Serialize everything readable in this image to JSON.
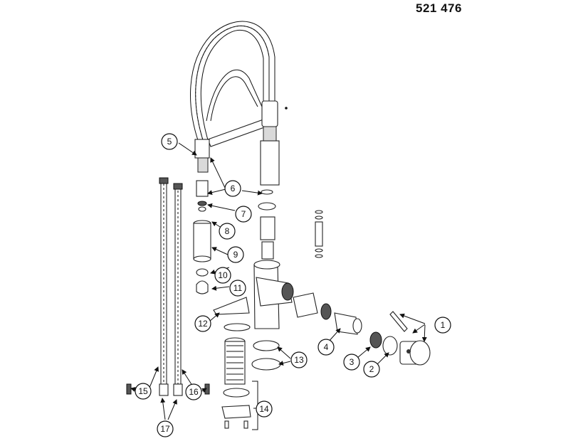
{
  "part_number": "521 476",
  "callouts": [
    "1",
    "2",
    "3",
    "4",
    "5",
    "6",
    "7",
    "8",
    "9",
    "10",
    "11",
    "12",
    "13",
    "14",
    "15",
    "16",
    "17"
  ]
}
